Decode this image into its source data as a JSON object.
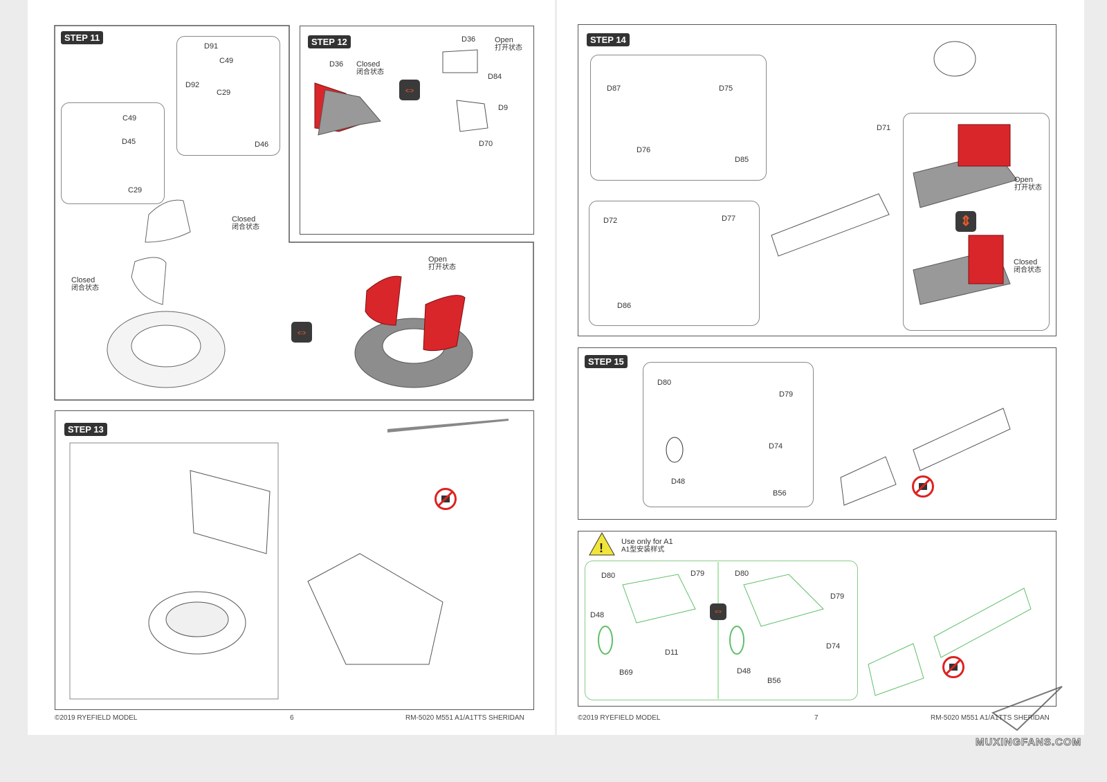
{
  "left_page": {
    "step11": {
      "title": "STEP 11",
      "labels": [
        "D91",
        "C49",
        "D92",
        "C29",
        "D46",
        "C49",
        "D45",
        "C29"
      ],
      "closed": "Closed",
      "closed_zh": "闭合状态",
      "closed2": "Closed",
      "closed2_zh": "闭合状态",
      "open": "Open",
      "open_zh": "打开状态"
    },
    "step12": {
      "title": "STEP 12",
      "labels": [
        "D36",
        "D36",
        "D84",
        "D9",
        "D70"
      ],
      "closed": "Closed",
      "closed_zh": "闭合状态",
      "open": "Open",
      "open_zh": "打开状态"
    },
    "step13": {
      "title": "STEP 13"
    },
    "footer": {
      "copyright": "©2019 RYEFIELD MODEL",
      "page": "6",
      "product": "RM-5020 M551 A1/A1TTS SHERIDAN"
    }
  },
  "right_page": {
    "step14": {
      "title": "STEP 14",
      "labels": [
        "D87",
        "D75",
        "D76",
        "D85",
        "D71",
        "D72",
        "D77",
        "D86"
      ],
      "open": "Open",
      "open_zh": "打开状态",
      "closed": "Closed",
      "closed_zh": "闭合状态"
    },
    "step15": {
      "title": "STEP 15",
      "labels": [
        "D80",
        "D79",
        "D74",
        "D48",
        "B56"
      ]
    },
    "a1": {
      "warning": "Use only for A1",
      "warning_zh": "A1型安装样式",
      "labels": [
        "D80",
        "D79",
        "D48",
        "D11",
        "B69",
        "D80",
        "D79",
        "D74",
        "D48",
        "B56"
      ]
    },
    "footer": {
      "copyright": "©2019 RYEFIELD MODEL",
      "page": "7",
      "product": "RM-5020 M551 A1/A1TTS SHERIDAN"
    }
  },
  "watermark": "MUXINGFANS.COM",
  "colors": {
    "highlight": "#d9262b",
    "new_part": "#5fbf6a",
    "frame": "#555555"
  }
}
